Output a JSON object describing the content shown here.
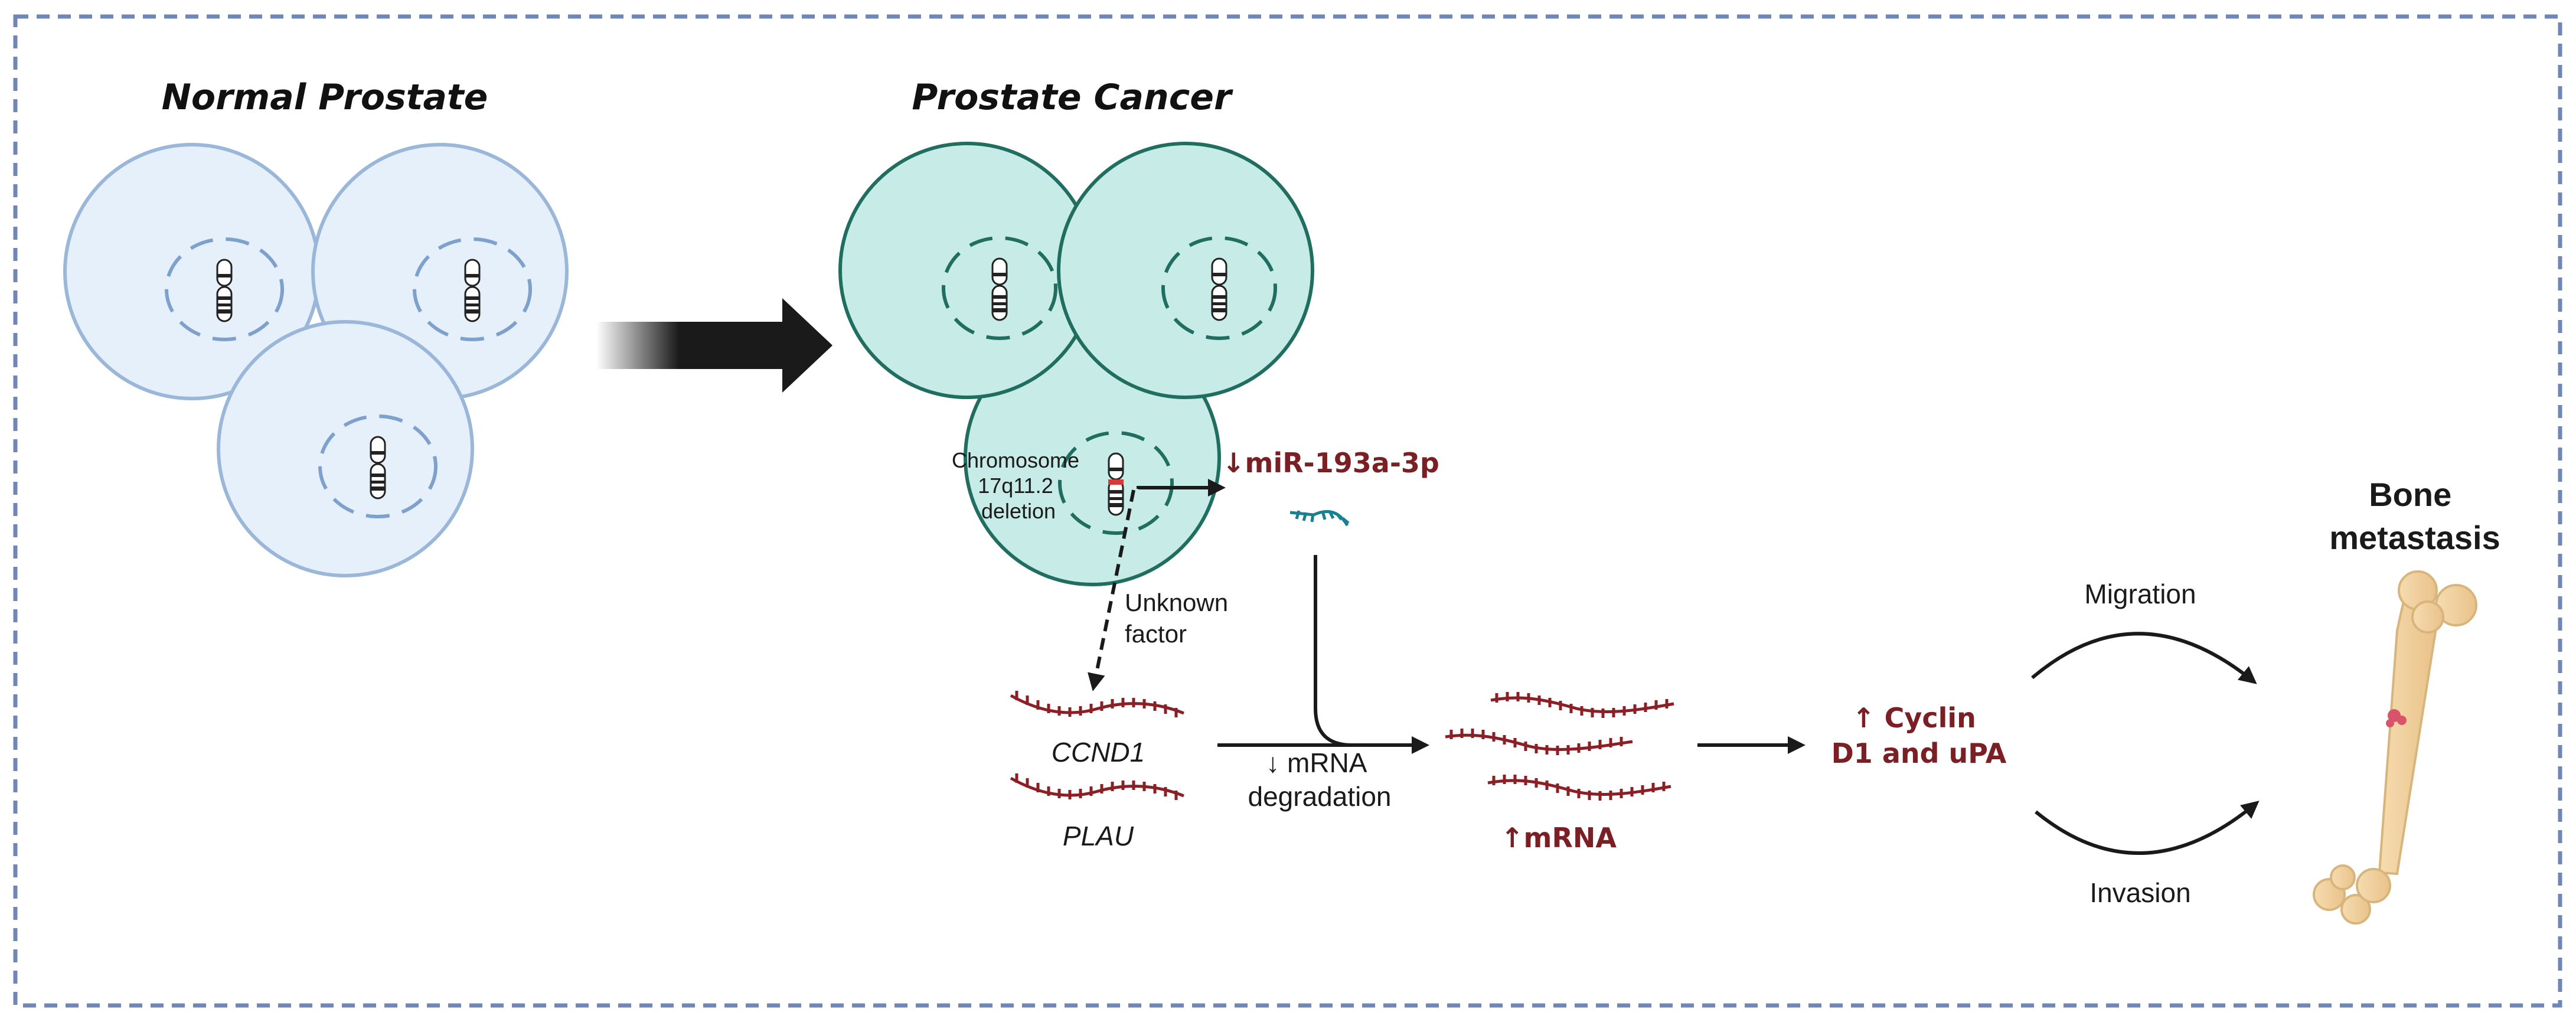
{
  "titles": {
    "normal": "Normal Prostate",
    "cancer": "Prostate Cancer",
    "bone": [
      "Bone",
      "metastasis"
    ]
  },
  "labels": {
    "chromosome": [
      "Chromosome",
      "17q11.2",
      "deletion"
    ],
    "mir": "↓miR-193a-3p",
    "unknown": [
      "Unknown",
      "factor"
    ],
    "ccnd1": "CCND1",
    "plau": "PLAU",
    "mrna_degradation": [
      "↓ mRNA",
      "degradation"
    ],
    "mrna_up": "↑mRNA",
    "cyclin": [
      "↑ Cyclin",
      "D1 and uPA"
    ],
    "migration": "Migration",
    "invasion": "Invasion"
  },
  "colors": {
    "normal_fill": "#e6f0fa",
    "normal_stroke": "#9ab6d8",
    "cancer_fill": "#c7ebe6",
    "cancer_stroke": "#1f6e60",
    "rna": "#8b1f26",
    "label_red": "#7a1f24",
    "mirna": "#1a7f8e",
    "frame": "#6f86b7"
  },
  "icons": {
    "chromosome": "chromosome-icon",
    "mirna": "mirna-hairpin-icon",
    "bone": "bone-icon",
    "transition_arrow": "gradient-block-arrow"
  }
}
